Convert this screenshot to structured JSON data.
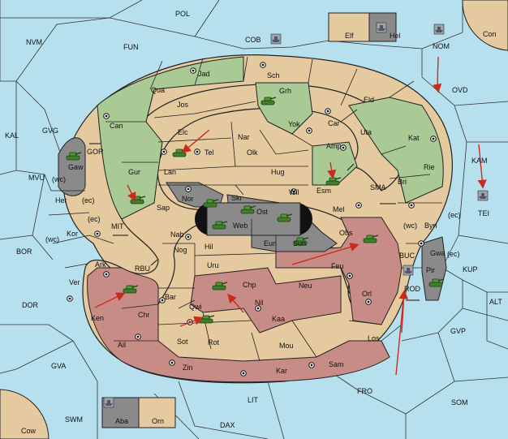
{
  "colors": {
    "sea": "#b7e0ee",
    "neutral": "#e5c99f",
    "green_power": "#a9c995",
    "red_power": "#c88c86",
    "grey_power": "#8a8a8a",
    "border": "#222222",
    "arrow": "#cc2a1a"
  },
  "sea_labels": [
    {
      "name": "POL",
      "v": "POL"
    },
    {
      "name": "FUN",
      "v": "FUN"
    },
    {
      "name": "COB",
      "v": "COB"
    },
    {
      "name": "NVM",
      "v": "NVM"
    },
    {
      "name": "NOM",
      "v": "NOM"
    },
    {
      "name": "OVD",
      "v": "OVD"
    },
    {
      "name": "KAL",
      "v": "KAL"
    },
    {
      "name": "GVG",
      "v": "GVG"
    },
    {
      "name": "GOR",
      "v": "GOR"
    },
    {
      "name": "KAM",
      "v": "KAM"
    },
    {
      "name": "TEI",
      "v": "TEI"
    },
    {
      "name": "SMA",
      "v": "SMA"
    },
    {
      "name": "MVU",
      "v": "MVU"
    },
    {
      "name": "MIT",
      "v": "MIT"
    },
    {
      "name": "BOR",
      "v": "BOR"
    },
    {
      "name": "RBU",
      "v": "RBU"
    },
    {
      "name": "KUP",
      "v": "KUP"
    },
    {
      "name": "BUC",
      "v": "BUC"
    },
    {
      "name": "ROD",
      "v": "ROD"
    },
    {
      "name": "DOR",
      "v": "DOR"
    },
    {
      "name": "ALT",
      "v": "ALT"
    },
    {
      "name": "GVP",
      "v": "GVP"
    },
    {
      "name": "GVA",
      "v": "GVA"
    },
    {
      "name": "FRO",
      "v": "FRO"
    },
    {
      "name": "SOM",
      "v": "SOM"
    },
    {
      "name": "LIT",
      "v": "LIT"
    },
    {
      "name": "SWM",
      "v": "SWM"
    },
    {
      "name": "DAX",
      "v": "DAX"
    },
    {
      "name": "Con",
      "v": "Con"
    },
    {
      "name": "Cow",
      "v": "Cow"
    }
  ],
  "land_labels": [
    {
      "name": "Elf",
      "v": "Elf"
    },
    {
      "name": "Hel",
      "v": "Hel"
    },
    {
      "name": "Jad",
      "v": "Jad"
    },
    {
      "name": "Sch",
      "v": "Sch"
    },
    {
      "name": "Qua",
      "v": "Qua"
    },
    {
      "name": "Jos",
      "v": "Jos"
    },
    {
      "name": "Grh",
      "v": "Grh"
    },
    {
      "name": "Eld",
      "v": "Eld"
    },
    {
      "name": "Can",
      "v": "Can"
    },
    {
      "name": "Elc",
      "v": "Elc"
    },
    {
      "name": "Nar",
      "v": "Nar"
    },
    {
      "name": "Yok",
      "v": "Yok"
    },
    {
      "name": "Car",
      "v": "Car"
    },
    {
      "name": "Uta",
      "v": "Uta"
    },
    {
      "name": "Kat",
      "v": "Kat"
    },
    {
      "name": "Tel",
      "v": "Tel"
    },
    {
      "name": "Olk",
      "v": "Olk"
    },
    {
      "name": "Amp",
      "v": "Amp"
    },
    {
      "name": "Gaw",
      "v": "Gaw"
    },
    {
      "name": "Gur",
      "v": "Gur"
    },
    {
      "name": "Lan",
      "v": "Lan"
    },
    {
      "name": "Hug",
      "v": "Hug"
    },
    {
      "name": "Rie",
      "v": "Rie"
    },
    {
      "name": "Bri",
      "v": "Bri"
    },
    {
      "name": "Esm",
      "v": "Esm"
    },
    {
      "name": "Wil",
      "v": "Wil"
    },
    {
      "name": "Nor",
      "v": "Nor"
    },
    {
      "name": "Skr",
      "v": "Skr"
    },
    {
      "name": "Ost",
      "v": "Ost"
    },
    {
      "name": "Her",
      "v": "Her"
    },
    {
      "name": "Sap",
      "v": "Sap"
    },
    {
      "name": "Web",
      "v": "Web"
    },
    {
      "name": "Mel",
      "v": "Mel"
    },
    {
      "name": "Byn",
      "v": "Byn"
    },
    {
      "name": "Kor",
      "v": "Kor"
    },
    {
      "name": "Nab",
      "v": "Nab"
    },
    {
      "name": "Eun",
      "v": "Eun"
    },
    {
      "name": "Sun",
      "v": "Sun"
    },
    {
      "name": "Obs",
      "v": "Obs"
    },
    {
      "name": "Gwa",
      "v": "Gwa"
    },
    {
      "name": "Hil",
      "v": "Hil"
    },
    {
      "name": "Nog",
      "v": "Nog"
    },
    {
      "name": "Ark",
      "v": "Ark"
    },
    {
      "name": "Uru",
      "v": "Uru"
    },
    {
      "name": "Feu",
      "v": "Feu"
    },
    {
      "name": "Pir",
      "v": "Pir"
    },
    {
      "name": "Ver",
      "v": "Ver"
    },
    {
      "name": "Chp",
      "v": "Chp"
    },
    {
      "name": "Neu",
      "v": "Neu"
    },
    {
      "name": "Orl",
      "v": "Orl"
    },
    {
      "name": "Bar",
      "v": "Bar"
    },
    {
      "name": "Qwi",
      "v": "Qwi"
    },
    {
      "name": "Nil",
      "v": "Nil"
    },
    {
      "name": "Ken",
      "v": "Ken"
    },
    {
      "name": "Chr",
      "v": "Chr"
    },
    {
      "name": "Kaa",
      "v": "Kaa"
    },
    {
      "name": "Ail",
      "v": "Ail"
    },
    {
      "name": "Sot",
      "v": "Sot"
    },
    {
      "name": "Rot",
      "v": "Rot"
    },
    {
      "name": "Mou",
      "v": "Mou"
    },
    {
      "name": "Los",
      "v": "Los"
    },
    {
      "name": "Zin",
      "v": "Zin"
    },
    {
      "name": "Kar",
      "v": "Kar"
    },
    {
      "name": "Sam",
      "v": "Sam"
    },
    {
      "name": "Aba",
      "v": "Aba"
    },
    {
      "name": "Orn",
      "v": "Orn"
    }
  ],
  "coast_labels": [
    {
      "name": "wc1",
      "v": "(wc)"
    },
    {
      "name": "ec1",
      "v": "(ec)"
    },
    {
      "name": "ec2",
      "v": "(ec)"
    },
    {
      "name": "wc2",
      "v": "(wc)"
    },
    {
      "name": "wc3",
      "v": "(wc)"
    },
    {
      "name": "ec3",
      "v": "(ec)"
    },
    {
      "name": "ec4",
      "v": "(ec)"
    }
  ]
}
